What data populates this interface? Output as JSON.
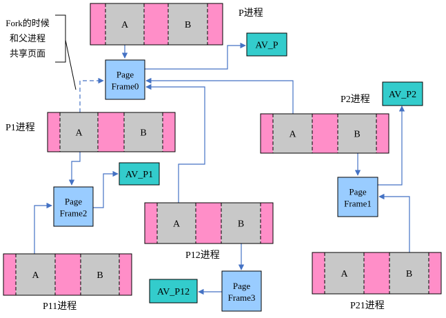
{
  "processes": [
    {
      "id": "p",
      "label": "P进程",
      "cell_a": "A",
      "cell_b": "B"
    },
    {
      "id": "p1",
      "label": "P1进程",
      "cell_a": "A",
      "cell_b": "B"
    },
    {
      "id": "p2",
      "label": "P2进程",
      "cell_a": "A",
      "cell_b": "B"
    },
    {
      "id": "p11",
      "label": "P11进程",
      "cell_a": "A",
      "cell_b": "B"
    },
    {
      "id": "p12",
      "label": "P12进程",
      "cell_a": "A",
      "cell_b": "B"
    },
    {
      "id": "p21",
      "label": "P21进程",
      "cell_a": "A",
      "cell_b": "B"
    }
  ],
  "page_frames": [
    {
      "id": "frame0",
      "line1": "Page",
      "line2": "Frame0"
    },
    {
      "id": "frame1",
      "line1": "Page",
      "line2": "Frame1"
    },
    {
      "id": "frame2",
      "line1": "Page",
      "line2": "Frame2"
    },
    {
      "id": "frame3",
      "line1": "Page",
      "line2": "Frame3"
    }
  ],
  "av_boxes": [
    {
      "id": "av_p",
      "label": "AV_P"
    },
    {
      "id": "av_p1",
      "label": "AV_P1"
    },
    {
      "id": "av_p2",
      "label": "AV_P2"
    },
    {
      "id": "av_p12",
      "label": "AV_P12"
    }
  ],
  "note": {
    "lines": [
      "Fork的时候",
      "和父进程",
      "共享页面"
    ]
  },
  "colors": {
    "pink": "#ff8ec8",
    "gray": "#c8c8c8",
    "frame_fill": "#99ccff",
    "av_fill": "#33cccc",
    "arrow": "#4472c4"
  }
}
